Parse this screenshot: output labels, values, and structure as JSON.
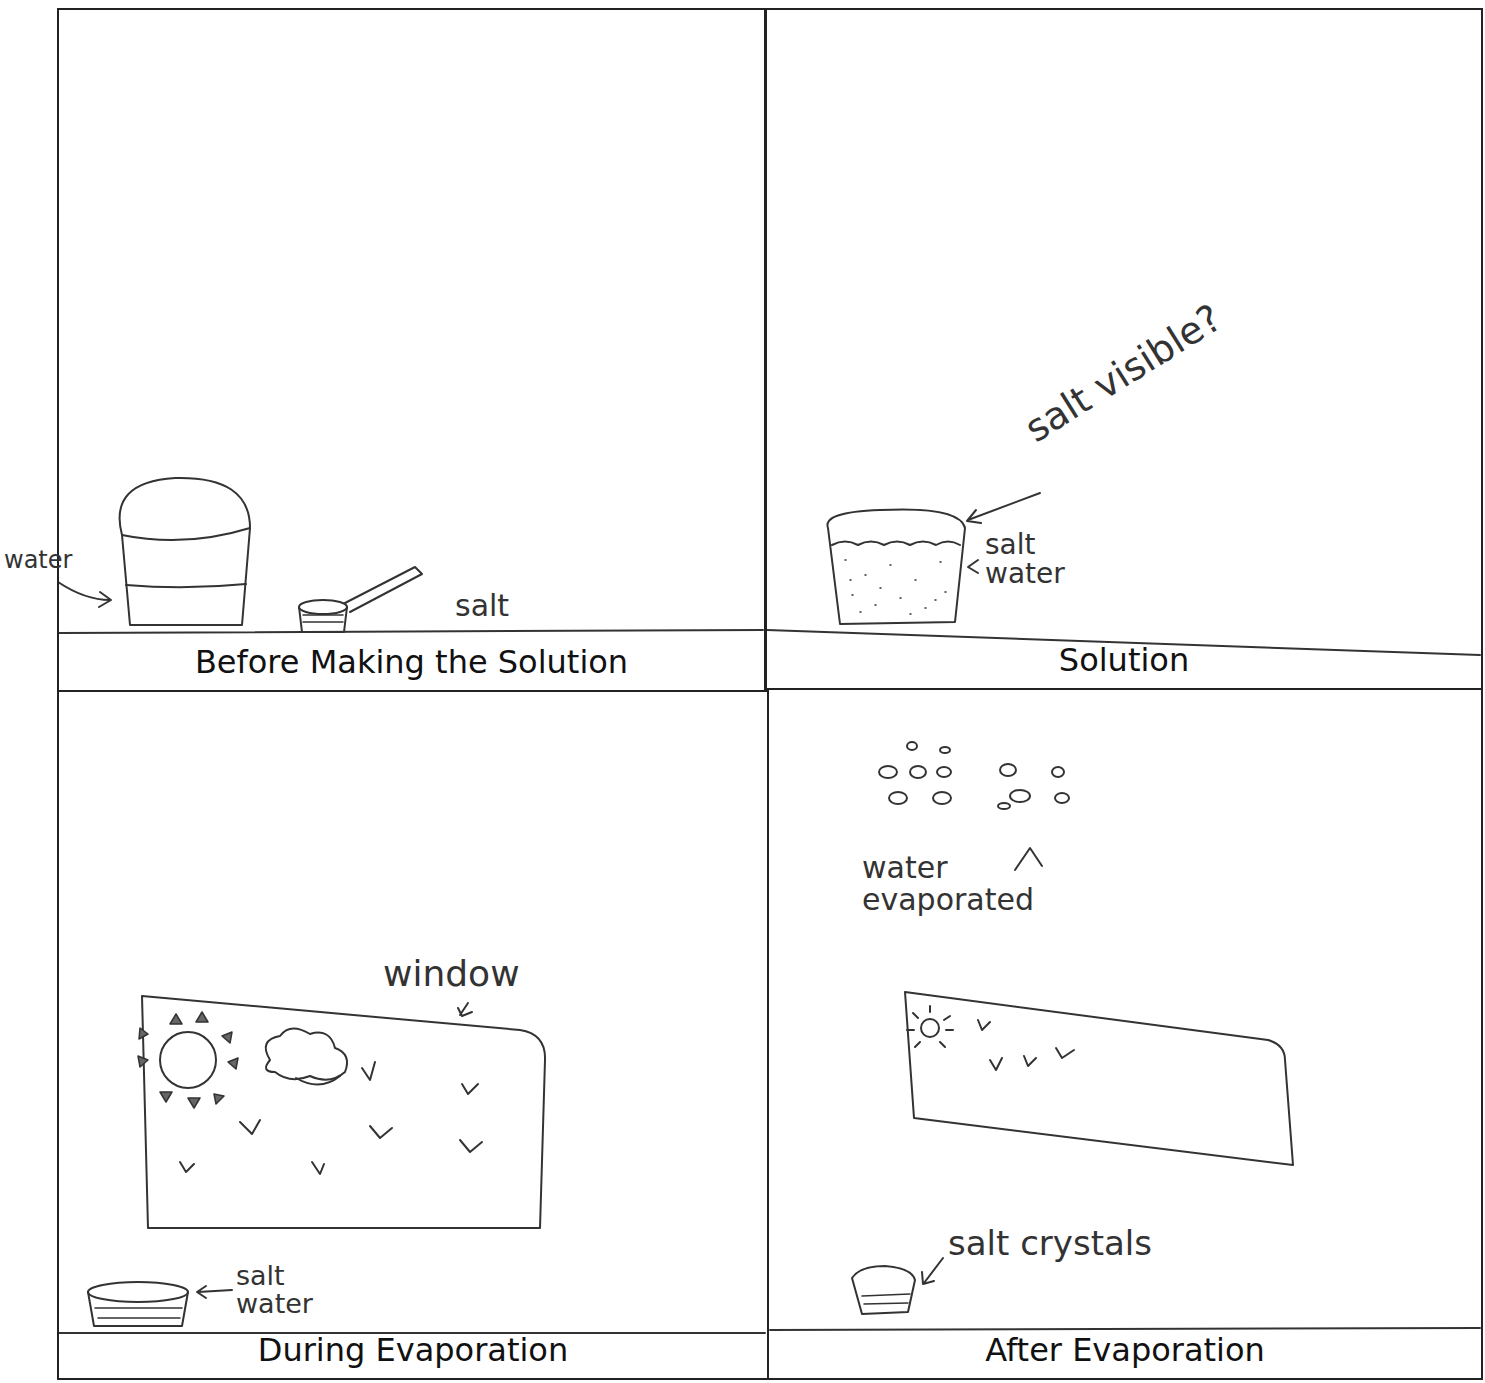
{
  "diagram": {
    "nodes": [
      {
        "text": [
          "Before Making the Solution"
        ]
      },
      {
        "text": [
          "Solution"
        ]
      },
      {
        "text": [
          "During Evaporation"
        ]
      },
      {
        "text": [
          "After Evaporation"
        ]
      }
    ],
    "labels": [
      "water",
      "salt",
      "salt visible?",
      "salt water",
      "window",
      "salt water",
      "water evaporated",
      "salt crystals"
    ]
  }
}
